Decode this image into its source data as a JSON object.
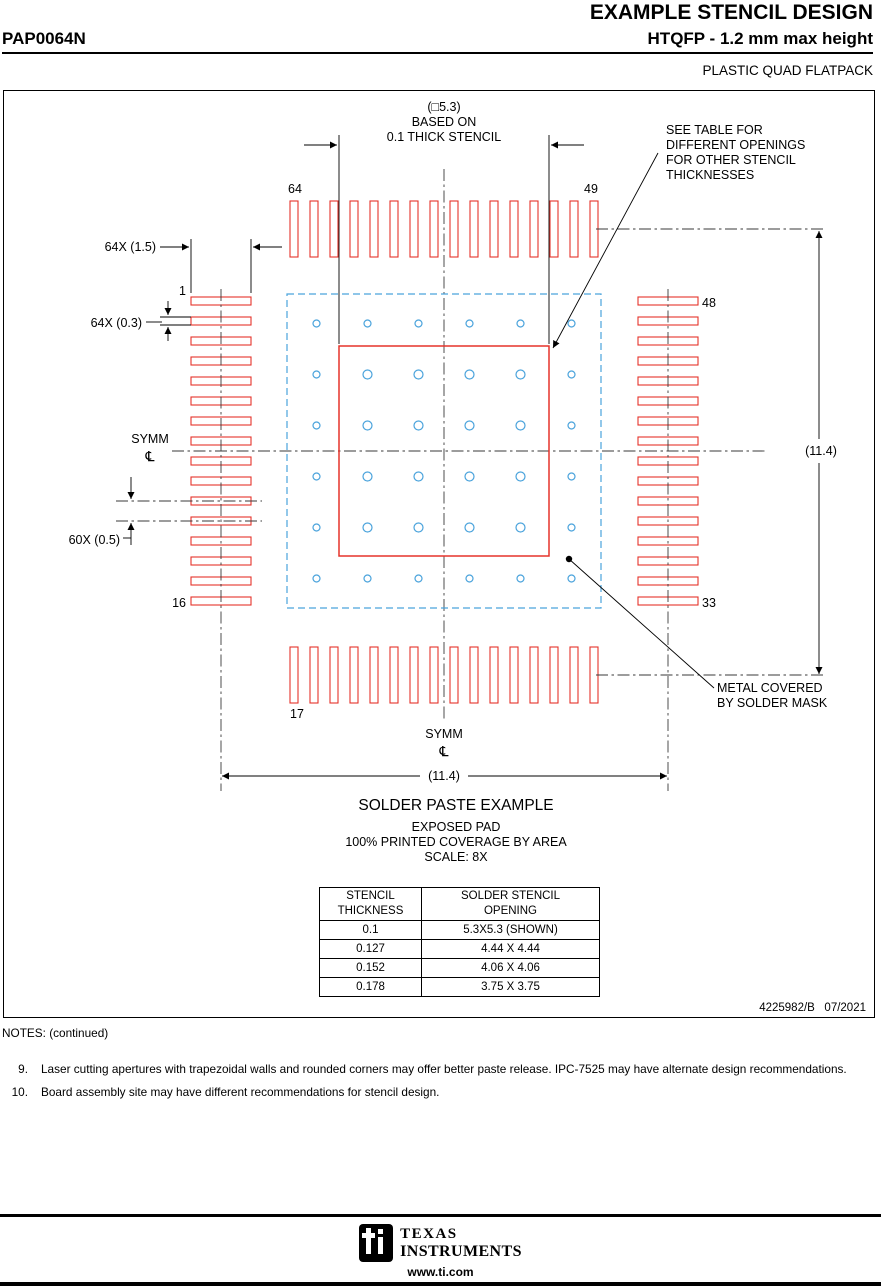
{
  "header": {
    "title": "EXAMPLE STENCIL DESIGN",
    "part_number": "PAP0064N",
    "package_desc": "HTQFP - 1.2 mm max height",
    "package_type": "PLASTIC QUAD FLATPACK"
  },
  "diagram": {
    "pads_per_side": 16,
    "labels": {
      "dim_square_l1": "(□5.3)",
      "dim_square_l2": "BASED ON",
      "dim_square_l3": "0.1 THICK STENCIL",
      "see_table_l1": "SEE TABLE FOR",
      "see_table_l2": "DIFFERENT OPENINGS",
      "see_table_l3": "FOR OTHER STENCIL",
      "see_table_l4": "THICKNESSES",
      "pin_64": "64",
      "pin_49": "49",
      "pin_1": "1",
      "pin_48": "48",
      "pin_16": "16",
      "pin_33": "33",
      "pin_17": "17",
      "dim_pad_length": "64X (1.5)",
      "dim_pad_width": "64X (0.3)",
      "dim_pitch": "60X (0.5)",
      "dim_width": "(11.4)",
      "dim_height": "(11.4)",
      "symm": "SYMM",
      "centerline_symbol": "℄",
      "metal_l1": "METAL COVERED",
      "metal_l2": "BY SOLDER MASK"
    },
    "caption": {
      "title": "SOLDER PASTE EXAMPLE",
      "line1": "EXPOSED PAD",
      "line2": "100% PRINTED COVERAGE BY AREA",
      "line3": "SCALE: 8X"
    },
    "doc_number": "4225982/B   07/2021"
  },
  "table": {
    "col1_l1": "STENCIL",
    "col1_l2": "THICKNESS",
    "col2_l1": "SOLDER STENCIL",
    "col2_l2": "OPENING",
    "rows": [
      [
        "0.1",
        "5.3X5.3 (SHOWN)"
      ],
      [
        "0.127",
        "4.44 X 4.44"
      ],
      [
        "0.152",
        "4.06 X 4.06"
      ],
      [
        "0.178",
        "3.75 X 3.75"
      ]
    ]
  },
  "notes": {
    "heading": "NOTES: (continued)",
    "items": [
      {
        "num": "9.",
        "text": "Laser cutting apertures with trapezoidal walls and rounded corners may offer better paste release. IPC-7525 may have alternate design recommendations."
      },
      {
        "num": "10.",
        "text": "Board assembly site may have different recommendations for stencil design."
      }
    ]
  },
  "footer": {
    "brand_top": "TEXAS",
    "brand_bottom": "INSTRUMENTS",
    "website": "www.ti.com"
  },
  "colors": {
    "pad-red": "#e5332a",
    "paste-blue": "#4aa3dc",
    "line-dark": "#3a3a3a"
  }
}
